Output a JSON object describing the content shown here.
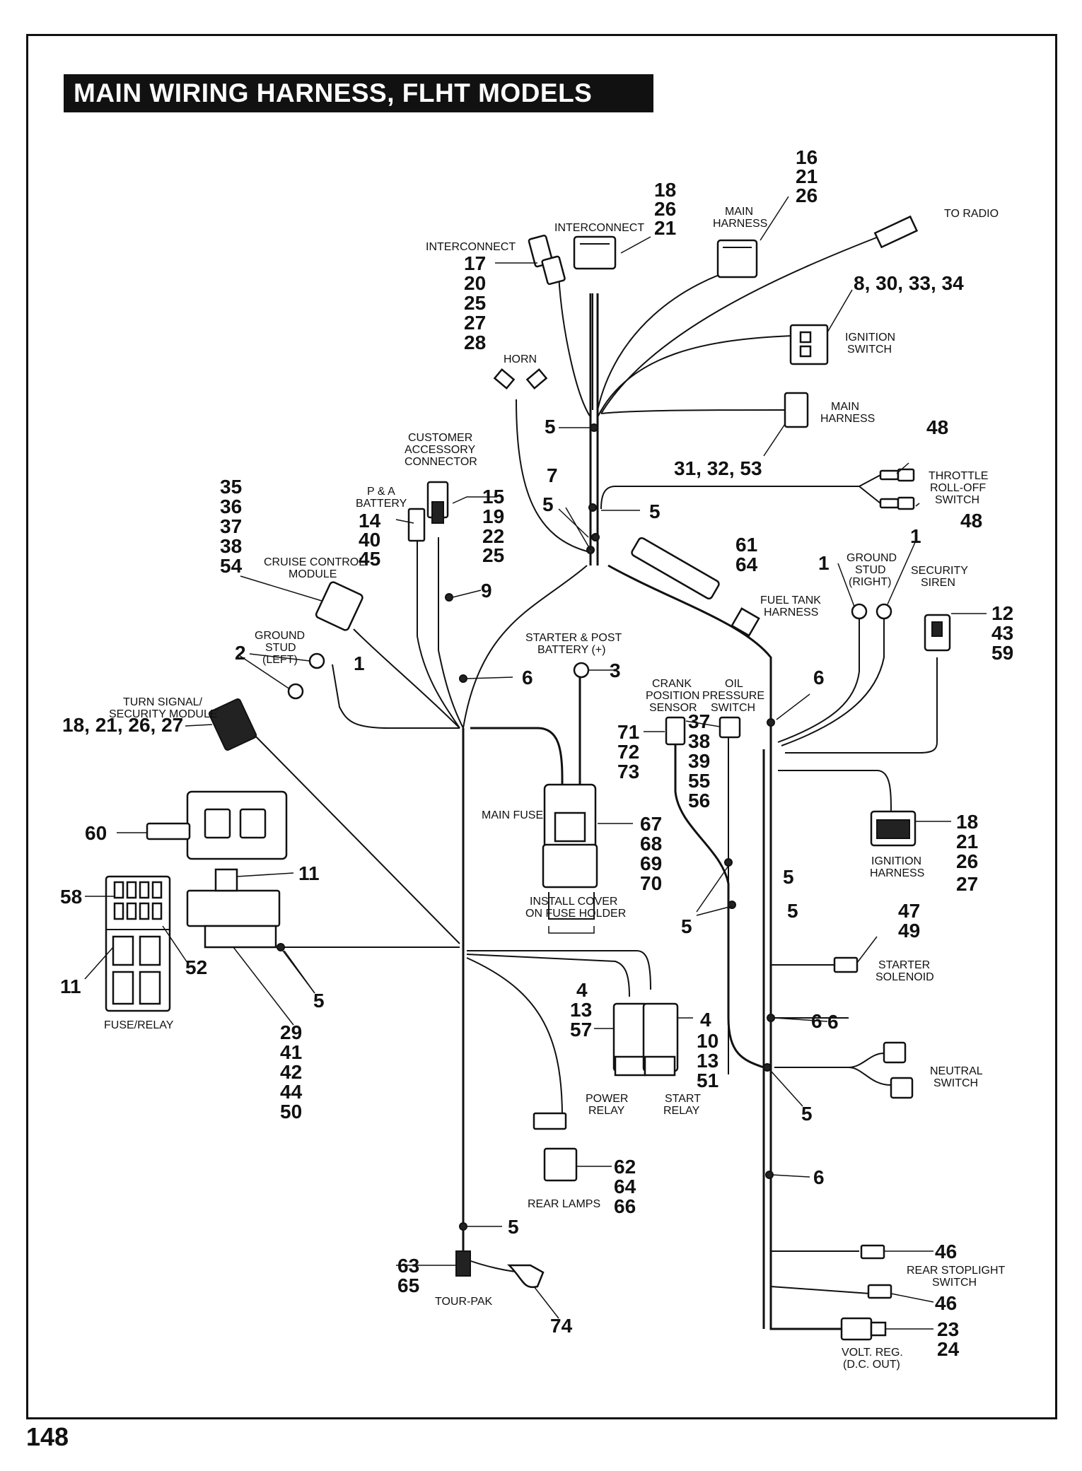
{
  "title": "MAIN WIRING HARNESS, FLHT MODELS",
  "page_number": "148",
  "components": [
    {
      "label": [
        "INTERCONNECT"
      ],
      "numbers": [
        "17",
        "20",
        "25",
        "27",
        "28"
      ]
    },
    {
      "label": [
        "INTERCONNECT"
      ],
      "numbers": [
        "18",
        "26",
        "21"
      ]
    },
    {
      "label": [
        "MAIN",
        "HARNESS"
      ],
      "numbers": [
        "16",
        "21",
        "26"
      ]
    },
    {
      "label": [
        "TO RADIO"
      ],
      "numbers": []
    },
    {
      "label": [
        "IGNITION",
        "SWITCH"
      ],
      "numbers": [
        "8, 30, 33, 34"
      ]
    },
    {
      "label": [
        "HORN"
      ],
      "numbers": []
    },
    {
      "label": [
        "MAIN",
        "HARNESS"
      ],
      "numbers": [
        "31, 32, 53"
      ]
    },
    {
      "label": [
        "THROTTLE",
        "ROLL-OFF",
        "SWITCH"
      ],
      "numbers": [
        "48",
        "48"
      ]
    },
    {
      "label": [
        "CUSTOMER",
        "ACCESSORY",
        "CONNECTOR"
      ],
      "numbers": [
        "15",
        "19",
        "22",
        "25"
      ]
    },
    {
      "label": [
        "P & A",
        "BATTERY"
      ],
      "numbers": [
        "14",
        "40",
        "45"
      ]
    },
    {
      "label": [
        "CRUISE CONTROL",
        "MODULE"
      ],
      "numbers": [
        "35",
        "36",
        "37",
        "38",
        "54"
      ]
    },
    {
      "label": [
        "FUEL TANK",
        "HARNESS"
      ],
      "numbers": [
        "61",
        "64"
      ]
    },
    {
      "label": [
        "GROUND",
        "STUD",
        "(RIGHT)"
      ],
      "numbers": [
        "1",
        "1"
      ]
    },
    {
      "label": [
        "SECURITY",
        "SIREN"
      ],
      "numbers": [
        "12",
        "43",
        "59"
      ]
    },
    {
      "label": [
        "GROUND",
        "STUD",
        "(LEFT)"
      ],
      "numbers": [
        "2",
        "1"
      ]
    },
    {
      "label": [
        "STARTER & POST",
        "BATTERY (+)"
      ],
      "numbers": [
        "3"
      ]
    },
    {
      "label": [
        "CRANK",
        "POSITION",
        "SENSOR"
      ],
      "numbers": [
        "71",
        "72",
        "73"
      ]
    },
    {
      "label": [
        "OIL",
        "PRESSURE",
        "SWITCH"
      ],
      "numbers": [
        "37",
        "38",
        "39",
        "55",
        "56"
      ]
    },
    {
      "label": [
        "TURN SIGNAL/",
        "SECURITY MODULE"
      ],
      "numbers": [
        "18, 21, 26, 27"
      ]
    },
    {
      "label": [
        "MAIN FUSE"
      ],
      "numbers": [
        "67",
        "68",
        "69",
        "70"
      ]
    },
    {
      "label": [
        "INSTALL COVER",
        "ON FUSE HOLDER"
      ],
      "numbers": []
    },
    {
      "label": [
        "IGNITION",
        "HARNESS"
      ],
      "numbers": [
        "18",
        "21",
        "26",
        "27"
      ]
    },
    {
      "label": [],
      "numbers": [
        "60"
      ]
    },
    {
      "label": [
        "FUSE/RELAY"
      ],
      "numbers": [
        "58",
        "11",
        "52",
        "11"
      ]
    },
    {
      "label": [],
      "numbers": [
        "29",
        "41",
        "42",
        "44",
        "50"
      ]
    },
    {
      "label": [
        "STARTER",
        "SOLENOID"
      ],
      "numbers": [
        "47",
        "49"
      ]
    },
    {
      "label": [
        "POWER",
        "RELAY"
      ],
      "numbers": [
        "4",
        "13",
        "57"
      ]
    },
    {
      "label": [
        "START",
        "RELAY"
      ],
      "numbers": [
        "4",
        "10",
        "13",
        "51"
      ]
    },
    {
      "label": [
        "NEUTRAL",
        "SWITCH"
      ],
      "numbers": []
    },
    {
      "label": [
        "REAR LAMPS"
      ],
      "numbers": [
        "62",
        "64",
        "66"
      ]
    },
    {
      "label": [
        "TOUR-PAK"
      ],
      "numbers": [
        "63",
        "65",
        "74"
      ]
    },
    {
      "label": [
        "REAR STOPLIGHT",
        "SWITCH"
      ],
      "numbers": [
        "46",
        "46"
      ]
    },
    {
      "label": [
        "VOLT. REG.",
        "(D.C. OUT)"
      ],
      "numbers": [
        "23",
        "24"
      ]
    }
  ],
  "clip_numbers": [
    "5",
    "5",
    "5",
    "5",
    "5",
    "5",
    "5",
    "5",
    "5",
    "6",
    "6",
    "6",
    "6",
    "6",
    "7",
    "9"
  ]
}
